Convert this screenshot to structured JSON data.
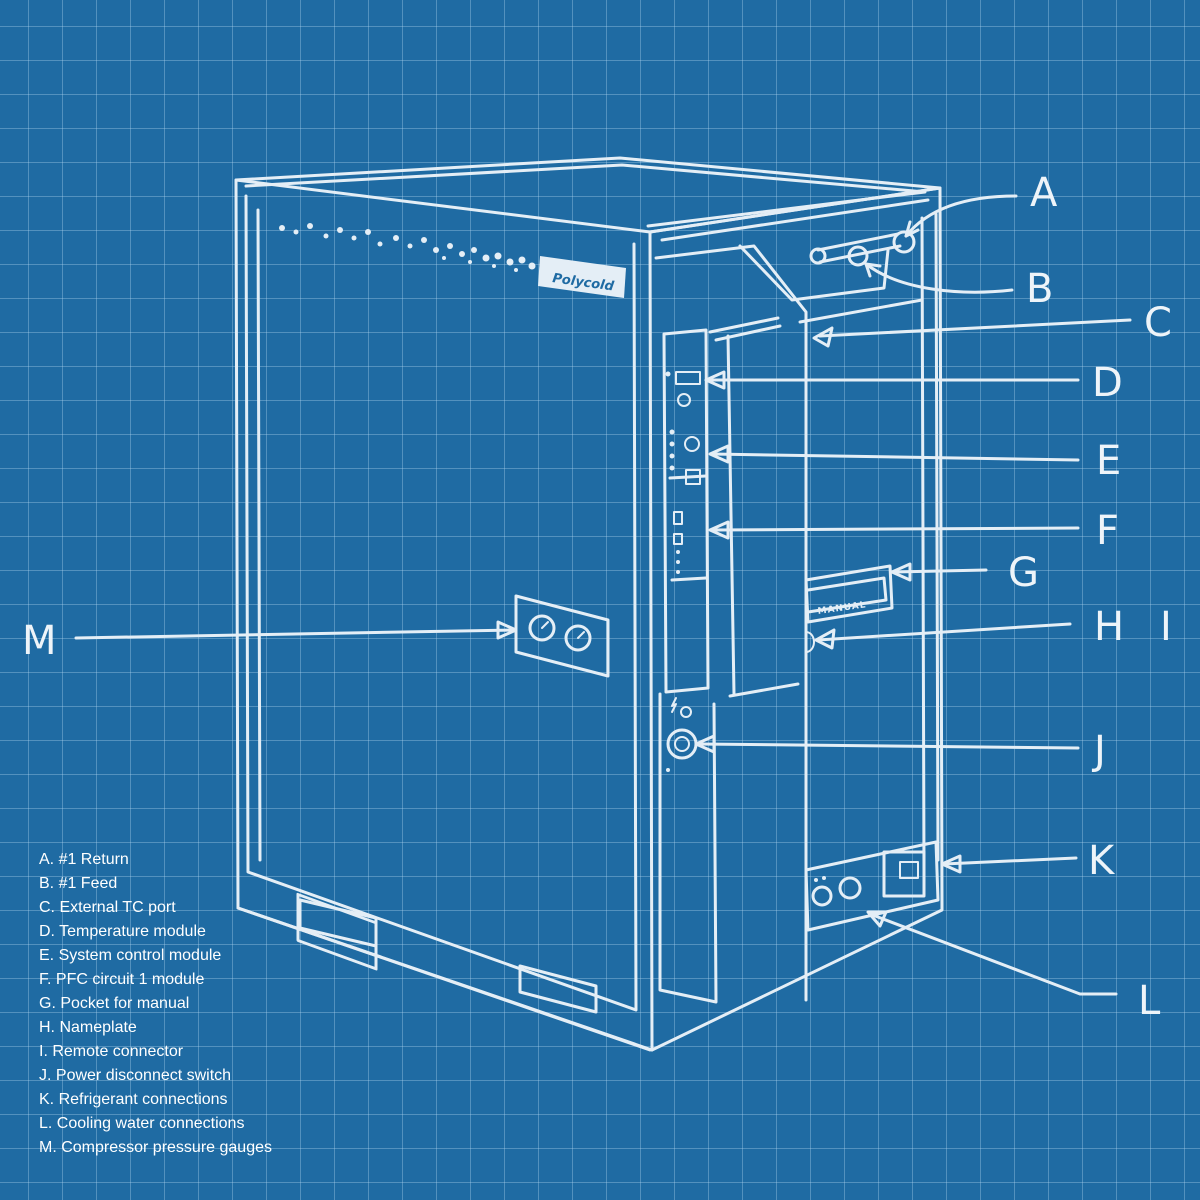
{
  "brand": "Polycold",
  "manual_label": "MANUAL",
  "callouts": [
    {
      "letter": "A",
      "label": "#1 Return"
    },
    {
      "letter": "B",
      "label": "#1 Feed"
    },
    {
      "letter": "C",
      "label": "External TC port"
    },
    {
      "letter": "D",
      "label": "Temperature module"
    },
    {
      "letter": "E",
      "label": "System control module"
    },
    {
      "letter": "F",
      "label": "PFC circuit 1 module"
    },
    {
      "letter": "G",
      "label": "Pocket for manual"
    },
    {
      "letter": "H",
      "label": "Nameplate"
    },
    {
      "letter": "I",
      "label": "Remote connector"
    },
    {
      "letter": "J",
      "label": "Power disconnect switch"
    },
    {
      "letter": "K",
      "label": "Refrigerant connections"
    },
    {
      "letter": "L",
      "label": "Cooling water connections"
    },
    {
      "letter": "M",
      "label": "Compressor pressure gauges"
    }
  ],
  "legend": [
    "A. #1 Return",
    "B. #1 Feed",
    "C. External TC port",
    "D. Temperature module",
    "E. System control module",
    "F. PFC circuit 1 module",
    "G. Pocket for manual",
    "H. Nameplate",
    "I. Remote connector",
    "J. Power disconnect switch",
    "K. Refrigerant connections",
    "L. Cooling water connections",
    "M. Compressor pressure gauges"
  ],
  "colors": {
    "background": "#1f6ba3",
    "grid": "#b4d7f0",
    "line": "#e4eef6"
  }
}
